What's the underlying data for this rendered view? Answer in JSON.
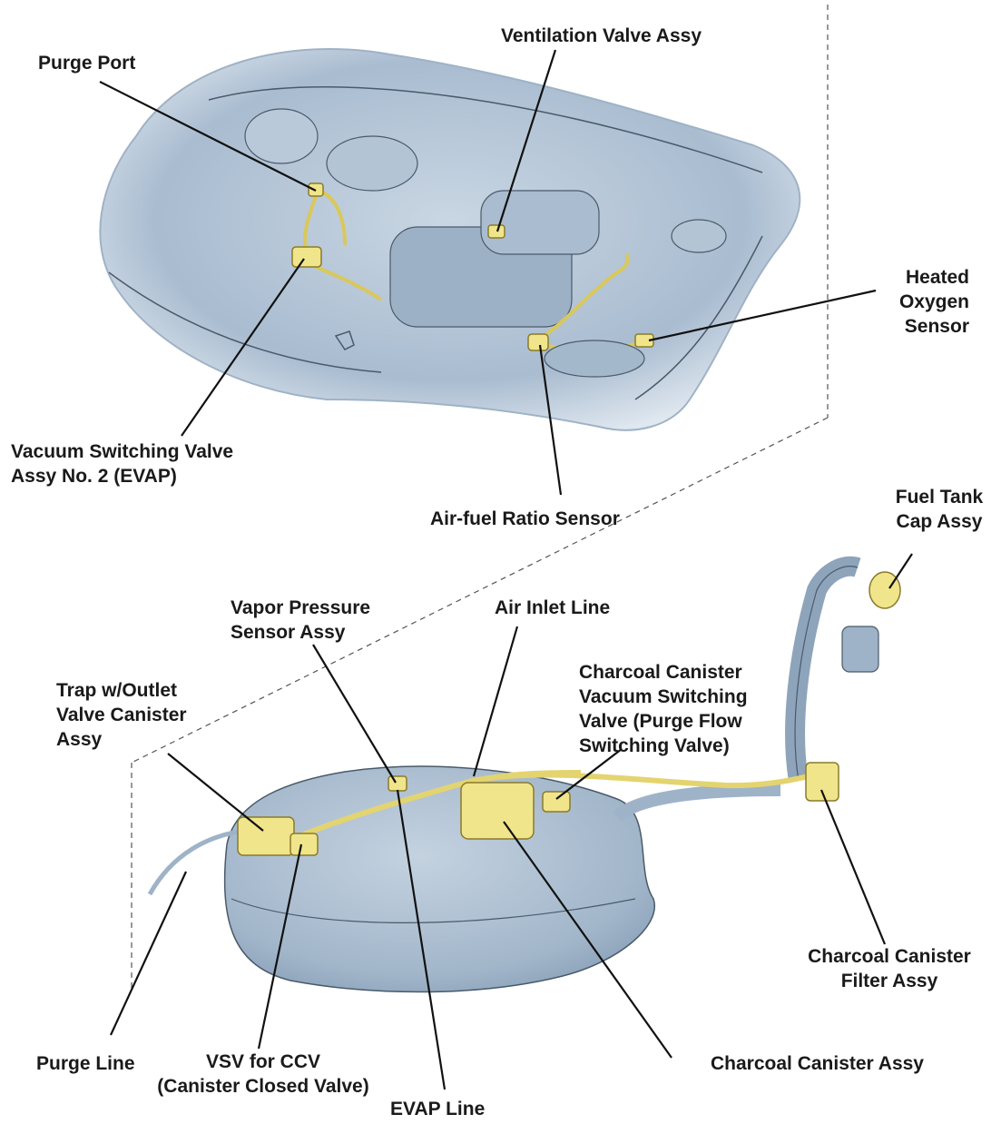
{
  "colors": {
    "component": "#f0e58a",
    "component_stroke": "#8a7a2a",
    "body": "#b7c7d8",
    "body_dark": "#7d93aa",
    "outline": "#4a5a6a",
    "leader": "#111111"
  },
  "labels": {
    "purge_port": [
      "Purge Port"
    ],
    "ventilation_valve": [
      "Ventilation Valve Assy"
    ],
    "heated_oxygen_sensor": [
      "Heated",
      "Oxygen",
      "Sensor"
    ],
    "vsv_no2": [
      "Vacuum Switching Valve",
      "Assy No. 2 (EVAP)"
    ],
    "air_fuel_ratio_sensor": [
      "Air-fuel Ratio Sensor"
    ],
    "fuel_tank_cap": [
      "Fuel Tank",
      "Cap Assy"
    ],
    "vapor_pressure_sensor": [
      "Vapor Pressure",
      "Sensor Assy"
    ],
    "air_inlet_line": [
      "Air Inlet Line"
    ],
    "charcoal_canister_vsv": [
      "Charcoal Canister",
      "Vacuum Switching",
      "Valve (Purge Flow",
      "Switching Valve)"
    ],
    "trap_canister": [
      "Trap w/Outlet",
      "Valve Canister",
      "Assy"
    ],
    "canister_filter": [
      "Charcoal Canister",
      "Filter Assy"
    ],
    "purge_line": [
      "Purge Line"
    ],
    "vsv_ccv": [
      "VSV for CCV",
      "(Canister Closed Valve)"
    ],
    "evap_line": [
      "EVAP Line"
    ],
    "charcoal_canister": [
      "Charcoal Canister Assy"
    ]
  }
}
